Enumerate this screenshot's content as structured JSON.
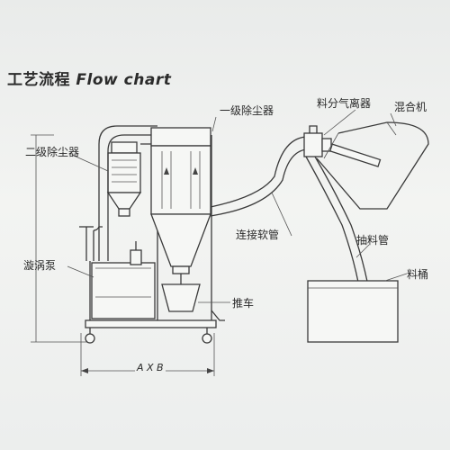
{
  "diagram": {
    "title_cn": "工艺流程",
    "title_en": "Flow chart",
    "labels": {
      "secondary_dust_collector": "二级除尘器",
      "primary_dust_collector": "一级除尘器",
      "separator": "料分气离器",
      "mixer": "混合机",
      "vortex_pump": "漩涡泵",
      "connecting_hose": "连接软管",
      "suction_pipe": "抽料管",
      "bucket": "料桶",
      "cart": "推车",
      "dimension": "A X B"
    }
  }
}
